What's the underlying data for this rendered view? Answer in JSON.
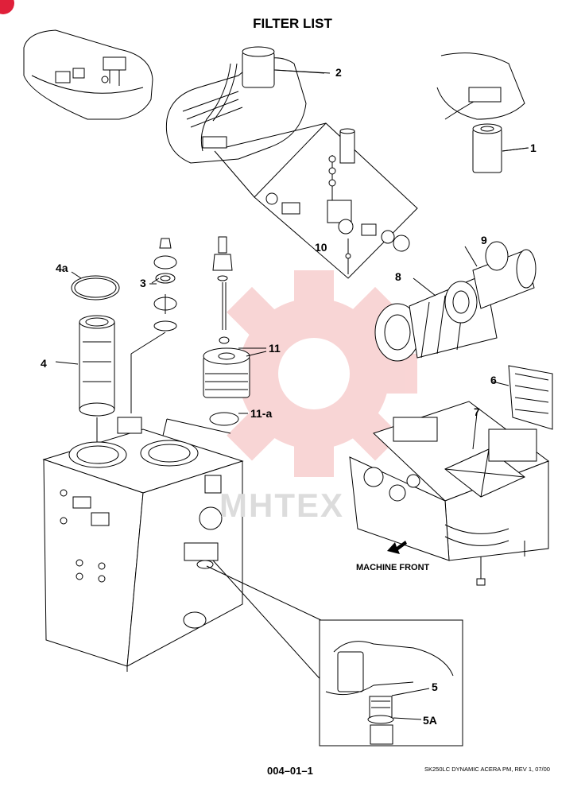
{
  "page": {
    "title": "FILTER LIST",
    "page_number": "004–01–1",
    "footer_ref": "SK250LC DYNAMIC ACERA PM, REV  1,  07/00",
    "watermark": "MHTEX"
  },
  "diagram": {
    "callouts": {
      "c1": "1",
      "c2": "2",
      "c3": "3",
      "c4": "4",
      "c4a": "4a",
      "c5": "5",
      "c5a": "5A",
      "c6": "6",
      "c7": "7",
      "c8": "8",
      "c9": "9",
      "c10": "10",
      "c11": "11",
      "c11a": "11-a"
    },
    "direction_label": "MACHINE FRONT"
  },
  "colors": {
    "watermark": "#f4b3b3",
    "corner_badge": "#e0203a"
  }
}
